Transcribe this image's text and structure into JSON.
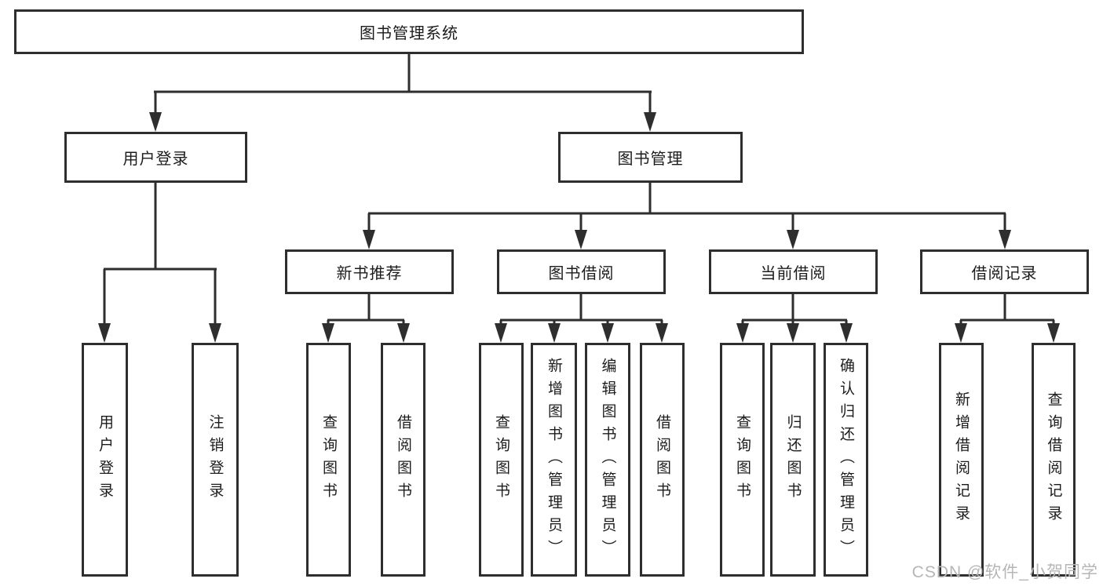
{
  "diagram": {
    "title": "图书管理系统",
    "colors": {
      "line": "#2e2e2e",
      "text": "#1c1c1c",
      "box_background": "#ffffff",
      "watermark": "#b6b6b6"
    },
    "nodes": {
      "root": {
        "label": "图书管理系统"
      },
      "user_login": {
        "label": "用户登录"
      },
      "book_mgmt": {
        "label": "图书管理"
      },
      "new_book_rec": {
        "label": "新书推荐"
      },
      "book_borrow": {
        "label": "图书借阅"
      },
      "current_borrow": {
        "label": "当前借阅"
      },
      "borrow_records": {
        "label": "借阅记录"
      },
      "leaf_user_login": {
        "label": "用户登录"
      },
      "leaf_logout": {
        "label": "注销登录"
      },
      "leaf_query_book_1": {
        "label": "查询图书"
      },
      "leaf_borrow_book_1": {
        "label": "借阅图书"
      },
      "leaf_query_book_2": {
        "label": "查询图书"
      },
      "leaf_add_book": {
        "label": "新增图书（管理员）"
      },
      "leaf_edit_book": {
        "label": "编辑图书（管理员）"
      },
      "leaf_borrow_book_2": {
        "label": "借阅图书"
      },
      "leaf_query_book_3": {
        "label": "查询图书"
      },
      "leaf_return_book": {
        "label": "归还图书"
      },
      "leaf_confirm_return": {
        "label": "确认归还（管理员）"
      },
      "leaf_add_record": {
        "label": "新增借阅记录"
      },
      "leaf_query_record": {
        "label": "查询借阅记录"
      }
    },
    "hierarchy": [
      {
        "parent": "图书管理系统",
        "children": [
          "用户登录",
          "图书管理"
        ]
      },
      {
        "parent": "用户登录",
        "children": [
          "用户登录",
          "注销登录"
        ]
      },
      {
        "parent": "图书管理",
        "children": [
          "新书推荐",
          "图书借阅",
          "当前借阅",
          "借阅记录"
        ]
      },
      {
        "parent": "新书推荐",
        "children": [
          "查询图书",
          "借阅图书"
        ]
      },
      {
        "parent": "图书借阅",
        "children": [
          "查询图书",
          "新增图书（管理员）",
          "编辑图书（管理员）",
          "借阅图书"
        ]
      },
      {
        "parent": "当前借阅",
        "children": [
          "查询图书",
          "归还图书",
          "确认归还（管理员）"
        ]
      },
      {
        "parent": "借阅记录",
        "children": [
          "新增借阅记录",
          "查询借阅记录"
        ]
      }
    ]
  },
  "watermark": {
    "text": "CSDN @软件_小贺同学"
  }
}
